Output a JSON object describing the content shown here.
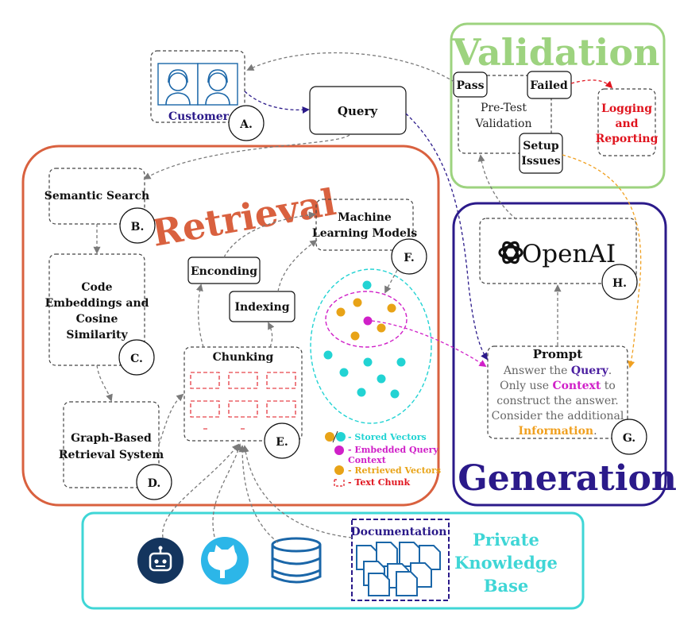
{
  "customer": {
    "label": "Customer",
    "badge": "A."
  },
  "query": {
    "label": "Query"
  },
  "validation": {
    "title": "Validation",
    "pass": "Pass",
    "failed": "Failed",
    "pretest_line1": "Pre-Test",
    "pretest_line2": "Validation",
    "setup_line1": "Setup",
    "setup_line2": "Issues",
    "logging_line1": "Logging",
    "logging_line2": "and",
    "logging_line3": "Reporting"
  },
  "retrieval": {
    "title": "Retrieval",
    "semantic_search": "Semantic Search",
    "semantic_badge": "B.",
    "code_line1": "Code",
    "code_line2": "Embeddings and",
    "code_line3": "Cosine",
    "code_line4": "Similarity",
    "code_badge": "C.",
    "graph_line1": "Graph-Based",
    "graph_line2": "Retrieval System",
    "graph_badge": "D.",
    "chunking": "Chunking",
    "chunking_badge": "E.",
    "enconding": "Enconding",
    "indexing": "Indexing",
    "ml_line1": "Machine",
    "ml_line2": "Learning Models",
    "ml_badge": "F."
  },
  "legend": {
    "stored": "- Stored Vectors",
    "embedded_line1": "- Embedded Query",
    "embedded_line2": "Context",
    "retrieved": "- Retrieved Vectors",
    "text_chunk": "- Text Chunk"
  },
  "generation": {
    "title": "Generation",
    "openai": "OpenAI",
    "openai_badge": "H.",
    "prompt_title": "Prompt",
    "prompt_l1_a": "Answer the ",
    "prompt_l1_b": "Query",
    "prompt_l1_c": ".",
    "prompt_l2_a": "Only use ",
    "prompt_l2_b": "Context",
    "prompt_l2_c": " to",
    "prompt_l3": "construct the answer.",
    "prompt_l4": "Consider the additional",
    "prompt_l5_a": "Information",
    "prompt_l5_b": ".",
    "prompt_badge": "G."
  },
  "knowledge": {
    "documentation": "Documentation",
    "line1": "Private",
    "line2": "Knowledge",
    "line3": "Base"
  },
  "colors": {
    "validation": "#9dd37f",
    "retrieval": "#d9613f",
    "generation": "#2b1a8a",
    "knowledge": "#3fd6d6",
    "query_purple": "#4b1fa0",
    "context_magenta": "#d020c8",
    "info_orange": "#f0a020",
    "logging_red": "#e0141e",
    "stored_cyan": "#22d3d3",
    "retrieved_gold": "#e8a317",
    "failed_arrow": "#e0141e",
    "query_arrow": "#2b1a8a"
  }
}
